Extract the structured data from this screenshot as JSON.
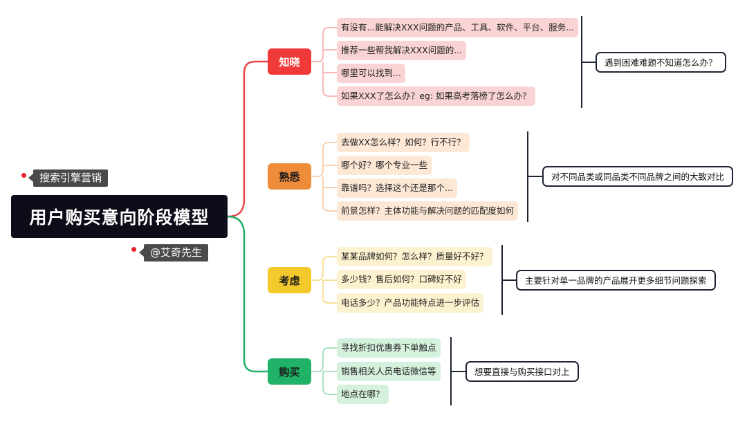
{
  "root": {
    "title": "用户购买意向阶段模型",
    "tags": [
      "搜索引擎营销",
      "@艾奇先生"
    ]
  },
  "stages": [
    {
      "label": "知晓",
      "color": "#f03a3a",
      "items": [
        "有没有...能解决XXX问题的产品、工具、软件、平台、服务...",
        "推荐一些帮我解决XXX问题的...",
        "哪里可以找到...",
        "如果XXX了怎么办？eg: 如果高考落榜了怎么办？"
      ],
      "summary": "遇到困难难题不知道怎么办？"
    },
    {
      "label": "熟悉",
      "color": "#ef8c3a",
      "items": [
        "去做XX怎么样？如何？行不行？",
        "哪个好？哪个专业一些",
        "靠谱吗？选择这个还是那个...",
        "前景怎样？主体功能与解决问题的匹配度如何"
      ],
      "summary": "对不同品类或同品类不同品牌之间的大致对比"
    },
    {
      "label": "考虑",
      "color": "#f3c92b",
      "items": [
        "某某品牌如何？怎么样？质量好不好？",
        "多少钱？售后如何？口碑好不好",
        "电话多少？产品功能特点进一步评估"
      ],
      "summary": "主要针对单一品牌的产品展开更多细节问题探索"
    },
    {
      "label": "购买",
      "color": "#20b266",
      "items": [
        "寻找折扣优惠券下单触点",
        "销售相关人员电话微信等",
        "地点在哪？"
      ],
      "summary": "想要直接与购买接口对上"
    }
  ]
}
